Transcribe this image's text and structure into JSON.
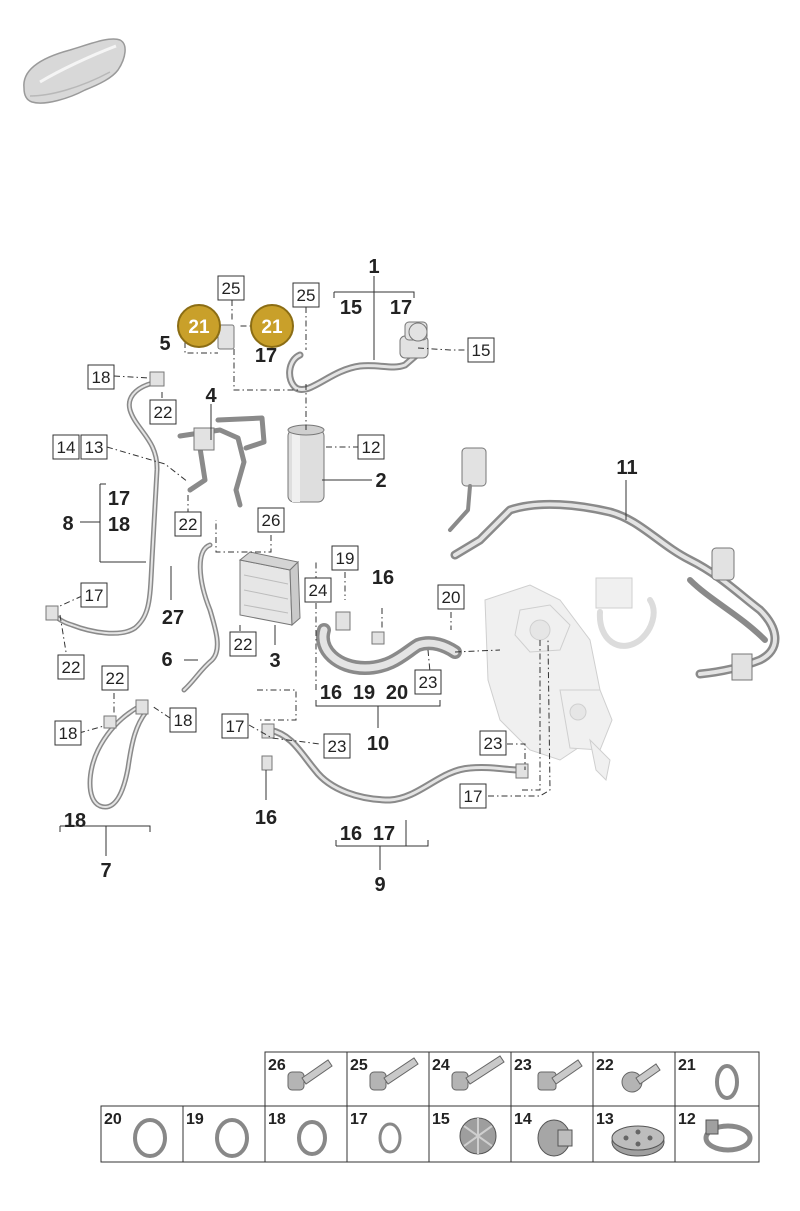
{
  "callouts_bold": [
    "1",
    "15",
    "17",
    "5",
    "17",
    "4",
    "2",
    "11",
    "8",
    "17",
    "18",
    "16",
    "27",
    "3",
    "6",
    "16",
    "19",
    "20",
    "10",
    "18",
    "7",
    "16",
    "16",
    "17",
    "9"
  ],
  "callouts_boxed": [
    "25",
    "25",
    "15",
    "18",
    "22",
    "14",
    "13",
    "12",
    "22",
    "26",
    "19",
    "24",
    "20",
    "17",
    "22",
    "23",
    "22",
    "18",
    "18",
    "17",
    "23",
    "23",
    "17"
  ],
  "callouts_circled": [
    "21",
    "21"
  ],
  "colors": {
    "circle_fill": "#c9a02a",
    "circle_stroke": "#8b6d14"
  },
  "parts_table": {
    "row1": [
      {
        "num": "26",
        "icon": "bolt-icon"
      },
      {
        "num": "25",
        "icon": "bolt-icon"
      },
      {
        "num": "24",
        "icon": "bolt-icon"
      },
      {
        "num": "23",
        "icon": "stud-bolt-icon"
      },
      {
        "num": "22",
        "icon": "screw-icon"
      },
      {
        "num": "21",
        "icon": "oring-icon"
      }
    ],
    "row2": [
      {
        "num": "20",
        "icon": "oring-icon"
      },
      {
        "num": "19",
        "icon": "oring-icon"
      },
      {
        "num": "18",
        "icon": "oring-icon"
      },
      {
        "num": "17",
        "icon": "oring-icon"
      },
      {
        "num": "15",
        "icon": "valve-cap-icon"
      },
      {
        "num": "14",
        "icon": "valve-cap-icon"
      },
      {
        "num": "13",
        "icon": "grommet-icon"
      },
      {
        "num": "12",
        "icon": "hose-clamp-icon"
      }
    ]
  }
}
